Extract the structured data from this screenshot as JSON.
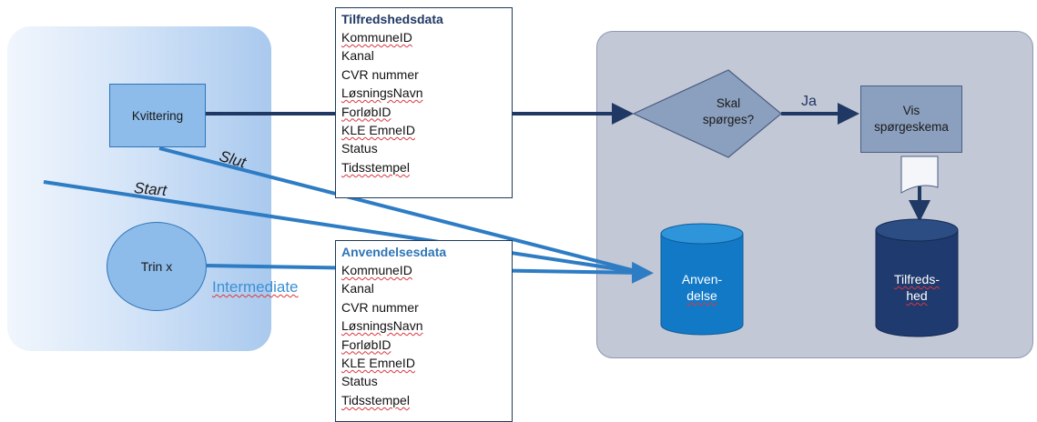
{
  "left_group": {
    "kvittering": "Kvittering",
    "trin": "Trin x",
    "labels": {
      "slut": "Slut",
      "start": "Start",
      "intermediate": "Intermediate"
    }
  },
  "tilfredshedsdata": {
    "title": "Tilfredshedsdata",
    "fields": [
      "KommuneID",
      "Kanal",
      "CVR nummer",
      "LøsningsNavn",
      "ForløbID",
      "KLE EmneID",
      "Status",
      "Tidsstempel"
    ]
  },
  "anvendelsesdata": {
    "title": "Anvendelsesdata",
    "fields": [
      "KommuneID",
      "Kanal",
      "CVR nummer",
      "LøsningsNavn",
      "ForløbID",
      "KLE EmneID",
      "Status",
      "Tidsstempel"
    ]
  },
  "right_group": {
    "decision": {
      "line1": "Skal",
      "line2": "spørges?"
    },
    "yes_label": "Ja",
    "vis_box": {
      "line1": "Vis",
      "line2": "spørgeskema"
    },
    "cylinder_anvendelse": {
      "line1": "Anven-",
      "line2": "delse"
    },
    "cylinder_tilfredshed": {
      "line1": "Tilfreds-",
      "line2": "hed"
    }
  },
  "colors": {
    "dark_navy": "#1f3864",
    "light_blue": "#3b8fd6",
    "box_blue": "#8dbbea",
    "panel_grey": "#c3c8d6"
  }
}
